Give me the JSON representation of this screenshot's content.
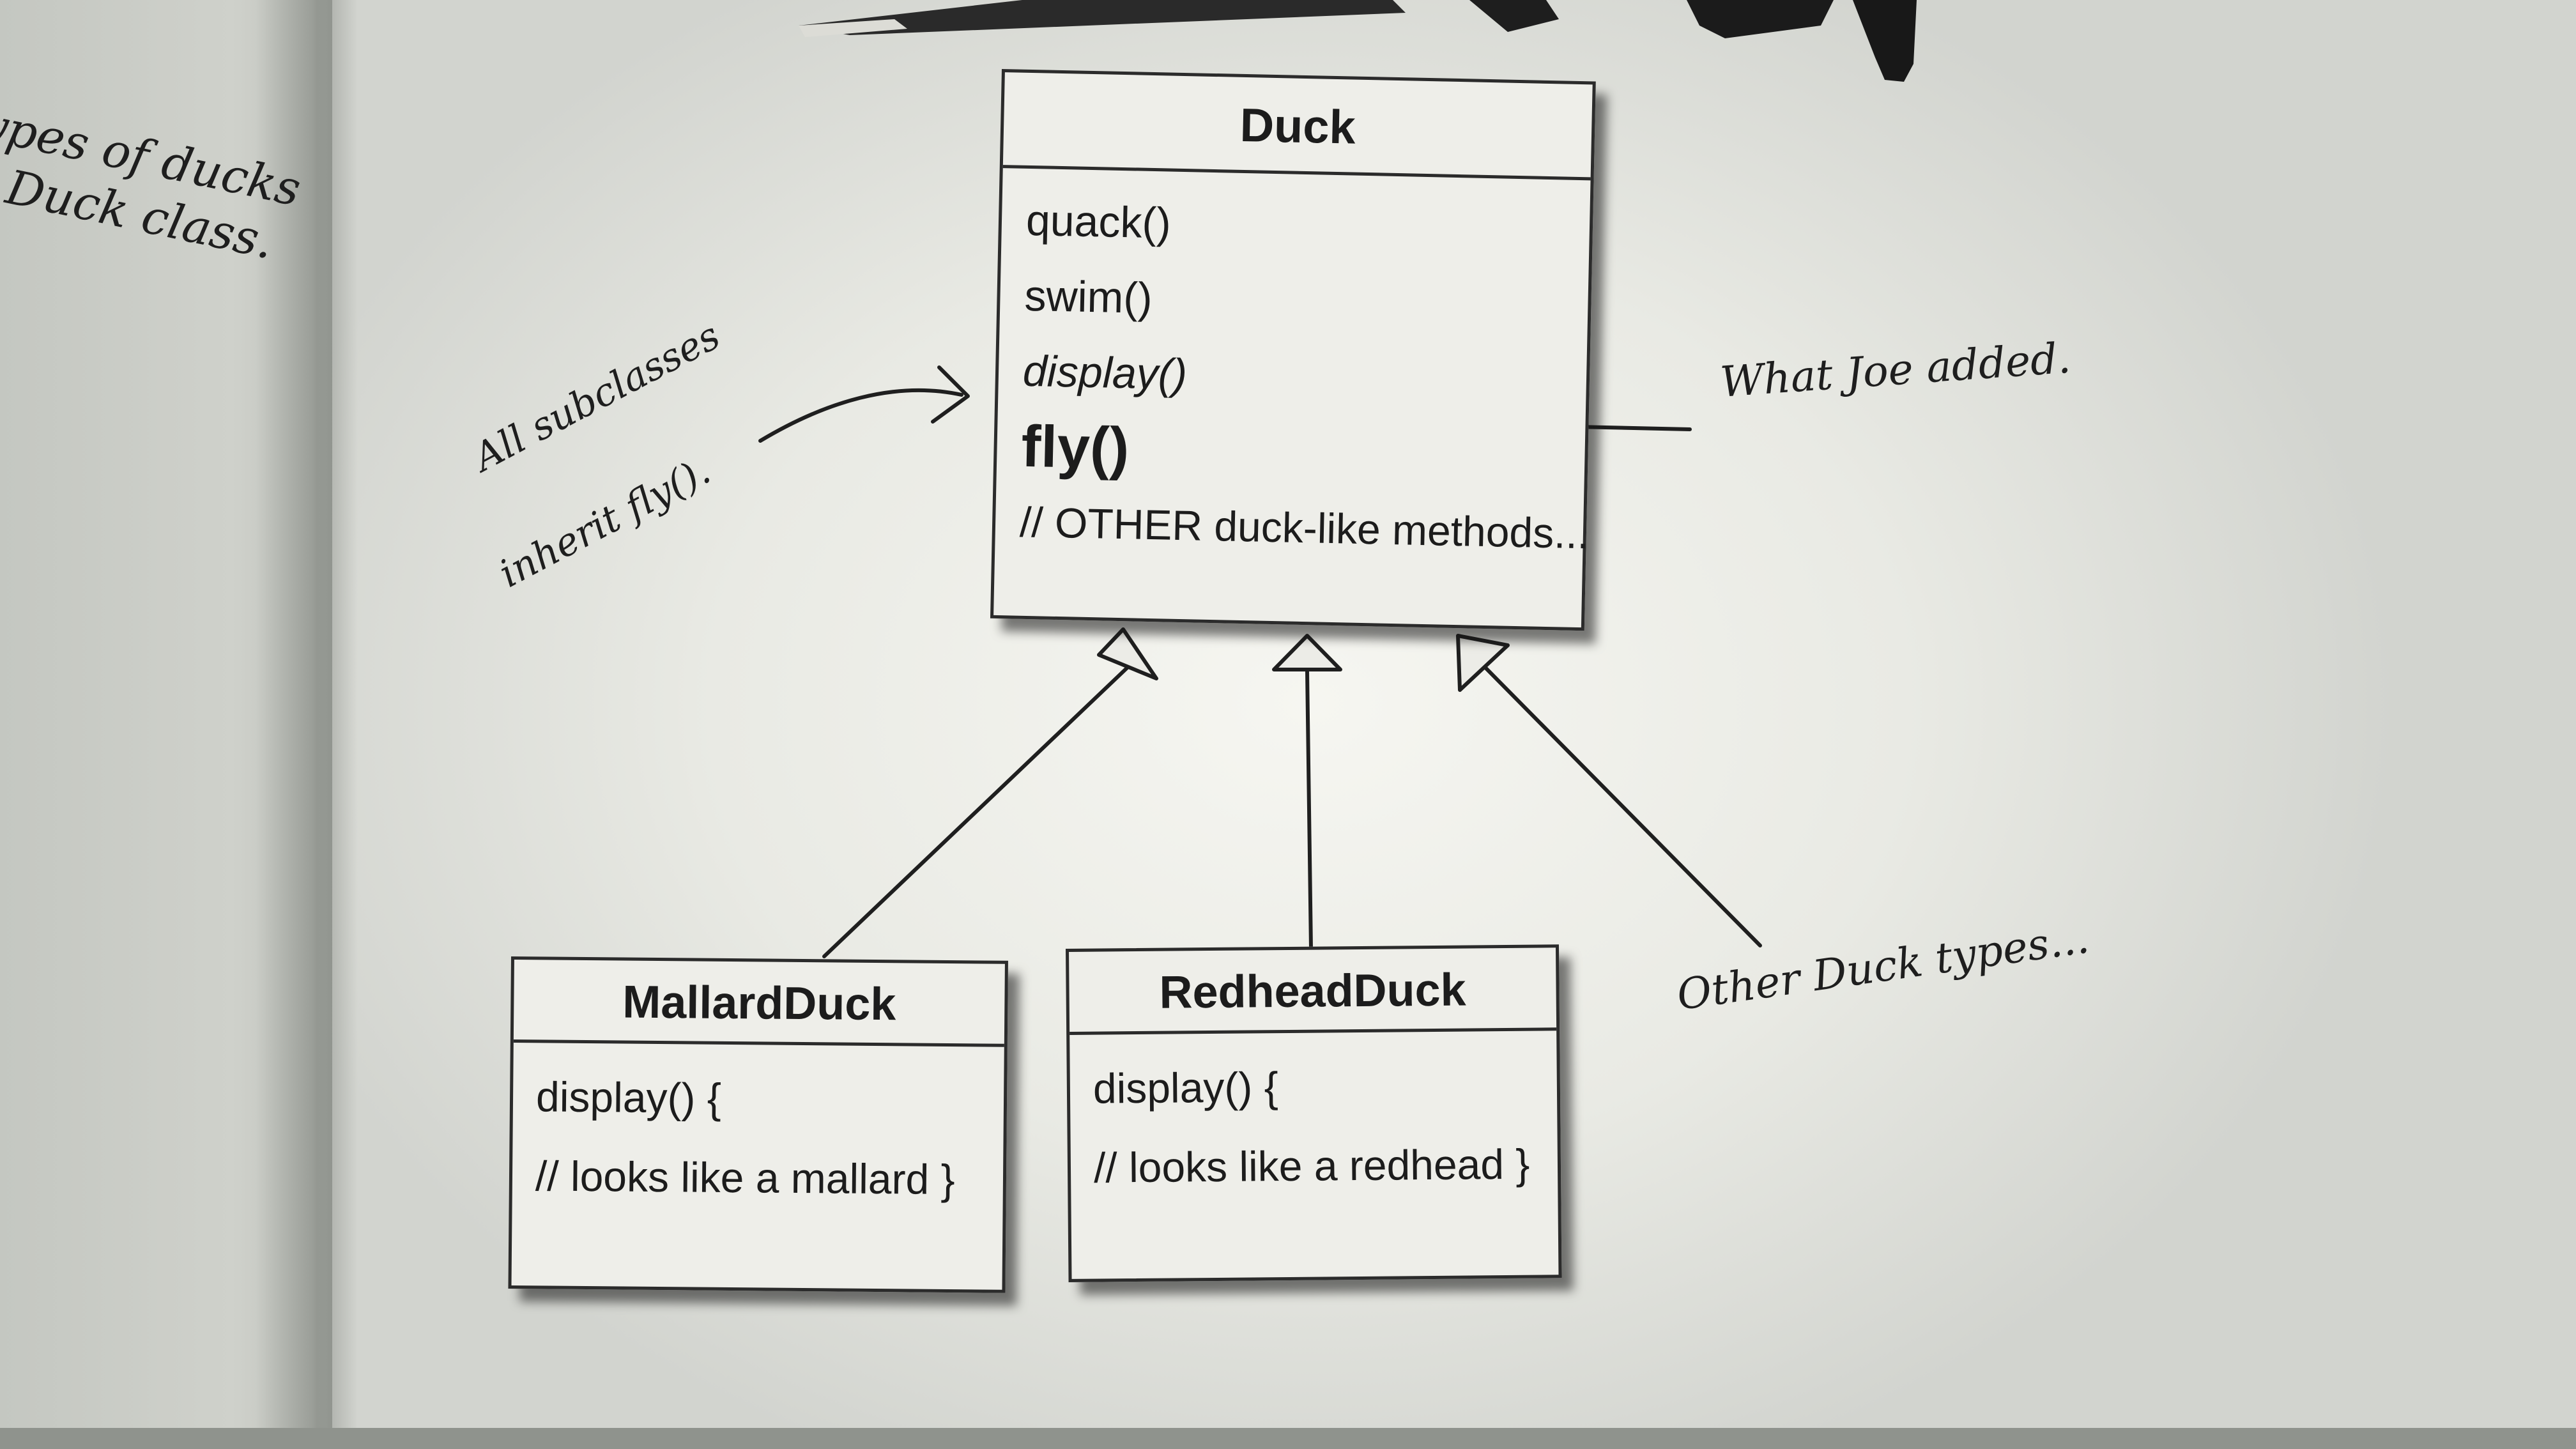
{
  "diagram": {
    "classes": {
      "duck": {
        "name": "Duck",
        "methods": [
          "quack()",
          "swim()",
          "display()",
          "fly()",
          "// OTHER duck-like methods..."
        ]
      },
      "mallard": {
        "name": "MallardDuck",
        "methods": [
          "display() {",
          "// looks like a mallard }"
        ]
      },
      "redhead": {
        "name": "RedheadDuck",
        "methods": [
          "display() {",
          "// looks like a redhead }"
        ]
      }
    },
    "annotations": {
      "inherit_line1": "All subclasses",
      "inherit_line2": "inherit fly().",
      "joe_added": "What Joe added.",
      "other_types": "Other Duck types...",
      "margin_line1": "ypes of ducks",
      "margin_line2": "Duck class."
    }
  }
}
